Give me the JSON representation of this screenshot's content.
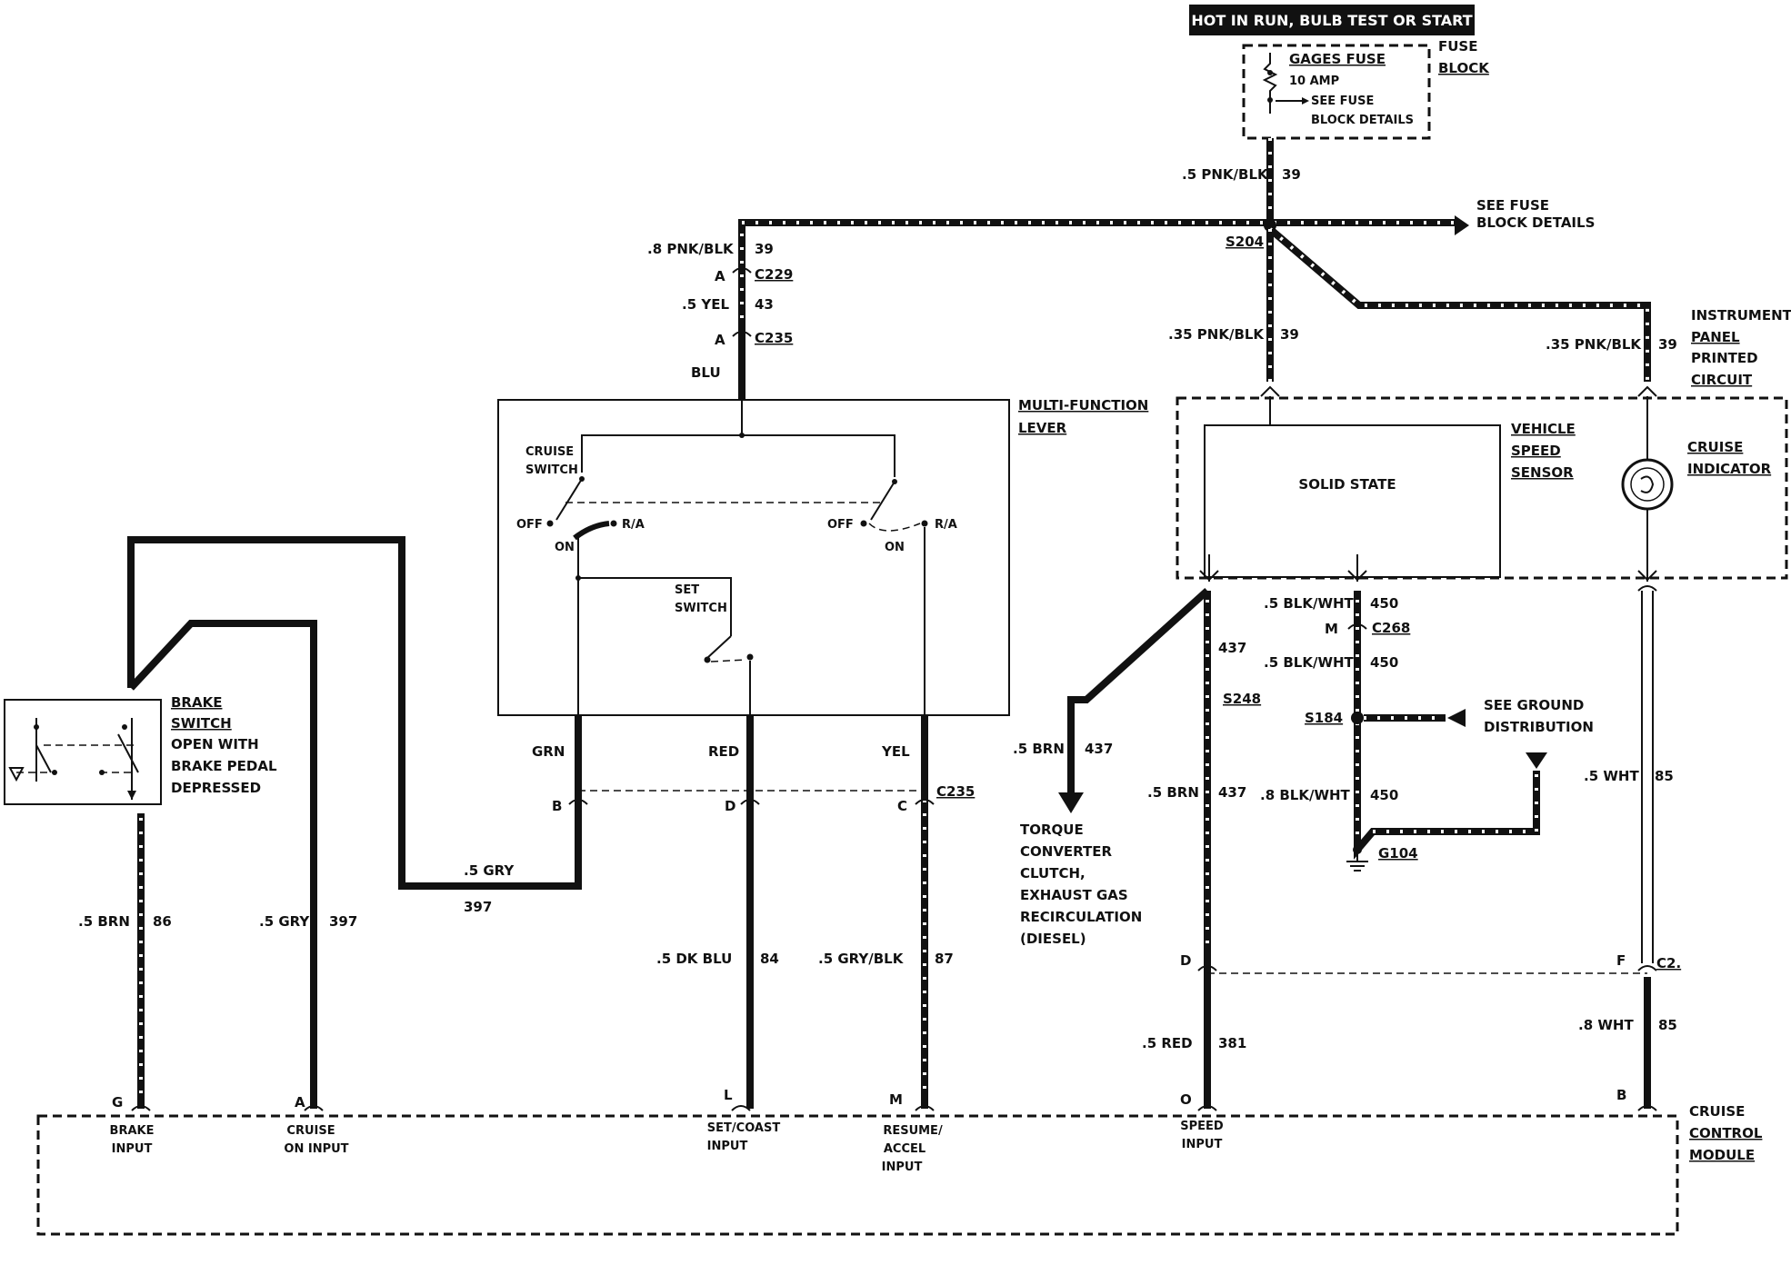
{
  "header": {
    "banner": "HOT IN RUN, BULB TEST OR START"
  },
  "fuse_block": {
    "fuse_title": "GAGES FUSE",
    "fuse_rating": "10 AMP",
    "see1": "SEE FUSE",
    "see2": "BLOCK DETAILS",
    "label1": "FUSE",
    "label2": "BLOCK"
  },
  "wires": {
    "w39_top_gauge": ".5 PNK/BLK",
    "w39_top_num": "39",
    "w39_left_gauge": ".8 PNK/BLK",
    "w39_left_num": "39",
    "w43_gauge": ".5 YEL",
    "w43_num": "43",
    "blu": "BLU",
    "w39_vss_gauge": ".35 PNK/BLK",
    "w39_vss_num": "39",
    "w39_ipc_gauge": ".35 PNK/BLK",
    "w39_ipc_num": "39",
    "w450a_gauge": ".5 BLK/WHT",
    "w450a_num": "450",
    "w450b_gauge": ".5 BLK/WHT",
    "w450b_num": "450",
    "w450c_gauge": ".8 BLK/WHT",
    "w450c_num": "450",
    "w437_num": "437",
    "w437_brn_gauge": ".5 BRN",
    "w437_brn_num": "437",
    "w437_b_gauge": ".5 BRN",
    "w437_b_num": "437",
    "w381_gauge": ".5 RED",
    "w381_num": "381",
    "w85a_gauge": ".5 WHT",
    "w85a_num": "85",
    "w85b_gauge": ".8 WHT",
    "w85b_num": "85",
    "w86_gauge": ".5 BRN",
    "w86_num": "86",
    "w397_gauge": ".5 GRY",
    "w397_num": "397",
    "w397b_gauge": ".5 GRY",
    "w397b_num": "397",
    "w84_gauge": ".5 DK BLU",
    "w84_num": "84",
    "w87_gauge": ".5 GRY/BLK",
    "w87_num": "87",
    "grn": "GRN",
    "red": "RED",
    "yel": "YEL"
  },
  "connectors": {
    "c229": "C229",
    "c229_pin": "A",
    "c235a": "C235",
    "c235a_pin": "A",
    "c235b": "C235",
    "pin_b": "B",
    "pin_d": "D",
    "pin_c": "C",
    "c268": "C268",
    "c268_pin": "M",
    "c2": "C2.",
    "c2_pin_d": "D",
    "c2_pin_f": "F",
    "s204": "S204",
    "s248": "S248",
    "s184": "S184",
    "g104": "G104"
  },
  "see_fuse": {
    "line1": "SEE FUSE",
    "line2": "BLOCK DETAILS"
  },
  "see_ground": {
    "line1": "SEE GROUND",
    "line2": "DISTRIBUTION"
  },
  "instrument_panel": {
    "l1": "INSTRUMENT",
    "l2": "PANEL",
    "l3": "PRINTED",
    "l4": "CIRCUIT"
  },
  "vss": {
    "body": "SOLID STATE",
    "l1": "VEHICLE",
    "l2": "SPEED",
    "l3": "SENSOR"
  },
  "cruise_indicator": {
    "l1": "CRUISE",
    "l2": "INDICATOR"
  },
  "mfl": {
    "l1": "MULTI-FUNCTION",
    "l2": "LEVER",
    "cruise1": "CRUISE",
    "cruise2": "SWITCH",
    "set1": "SET",
    "set2": "SWITCH",
    "off1": "OFF",
    "on1": "ON",
    "ra1": "R/A",
    "off2": "OFF",
    "on2": "ON",
    "ra2": "R/A"
  },
  "brake_switch": {
    "l1": "BRAKE",
    "l2": "SWITCH",
    "l3": "OPEN WITH",
    "l4": "BRAKE PEDAL",
    "l5": "DEPRESSED"
  },
  "tcc": {
    "l1": "TORQUE",
    "l2": "CONVERTER",
    "l3": "CLUTCH,",
    "l4": "EXHAUST GAS",
    "l5": "RECIRCULATION",
    "l6": "(DIESEL)"
  },
  "module": {
    "l1": "CRUISE",
    "l2": "CONTROL",
    "l3": "MODULE",
    "pin_g": "G",
    "pin_a": "A",
    "pin_l": "L",
    "pin_m": "M",
    "pin_o": "O",
    "pin_b": "B",
    "brake1": "BRAKE",
    "brake2": "INPUT",
    "cruise1": "CRUISE",
    "cruise2": "ON INPUT",
    "set1": "SET/COAST",
    "set2": "INPUT",
    "resume1": "RESUME/",
    "resume2": "ACCEL",
    "resume3": "INPUT",
    "speed1": "SPEED",
    "speed2": "INPUT"
  }
}
